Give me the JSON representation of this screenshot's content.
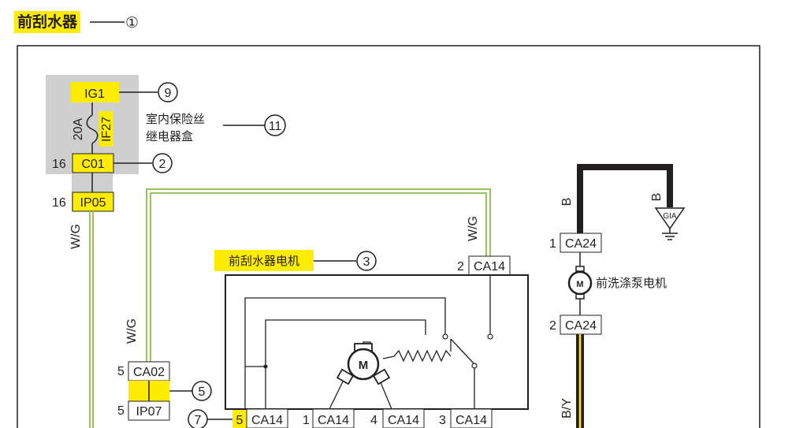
{
  "title": "前刮水器",
  "callouts": {
    "c1": "①",
    "c2": "2",
    "c3": "3",
    "c5": "5",
    "c7": "7",
    "c9": "9",
    "c11": "11"
  },
  "fuse_box": {
    "ig1": "IG1",
    "fuse_rating": "20A",
    "fuse_name": "IF27",
    "label_line1": "室内保险丝",
    "label_line2": "继电器盒",
    "c01_pin": "16",
    "c01": "C01",
    "ip05_pin": "16",
    "ip05": "IP05"
  },
  "wires": {
    "wg_left": "W/G",
    "wg_mid": "W/G",
    "wg_top_right": "W/G",
    "b_left": "B",
    "b_right": "B",
    "by": "B/Y"
  },
  "connectors": {
    "ca02_pin": "5",
    "ca02": "CA02",
    "ip07_pin": "5",
    "ip07": "IP07",
    "ca14_top_pin": "2",
    "ca14_top": "CA14",
    "ca14_a_pin": "5",
    "ca14_a": "CA14",
    "ca14_b_pin": "1",
    "ca14_b": "CA14",
    "ca14_c_pin": "4",
    "ca14_c": "CA14",
    "ca14_d_pin": "3",
    "ca14_d": "CA14",
    "ca24_top_pin": "1",
    "ca24_top": "CA24",
    "ca24_bot_pin": "2",
    "ca24_bot": "CA24"
  },
  "components": {
    "wiper_motor": "前刮水器电机",
    "washer_motor": "前洗涤泵电机",
    "motor_symbol": "M",
    "ground": "GIA"
  }
}
